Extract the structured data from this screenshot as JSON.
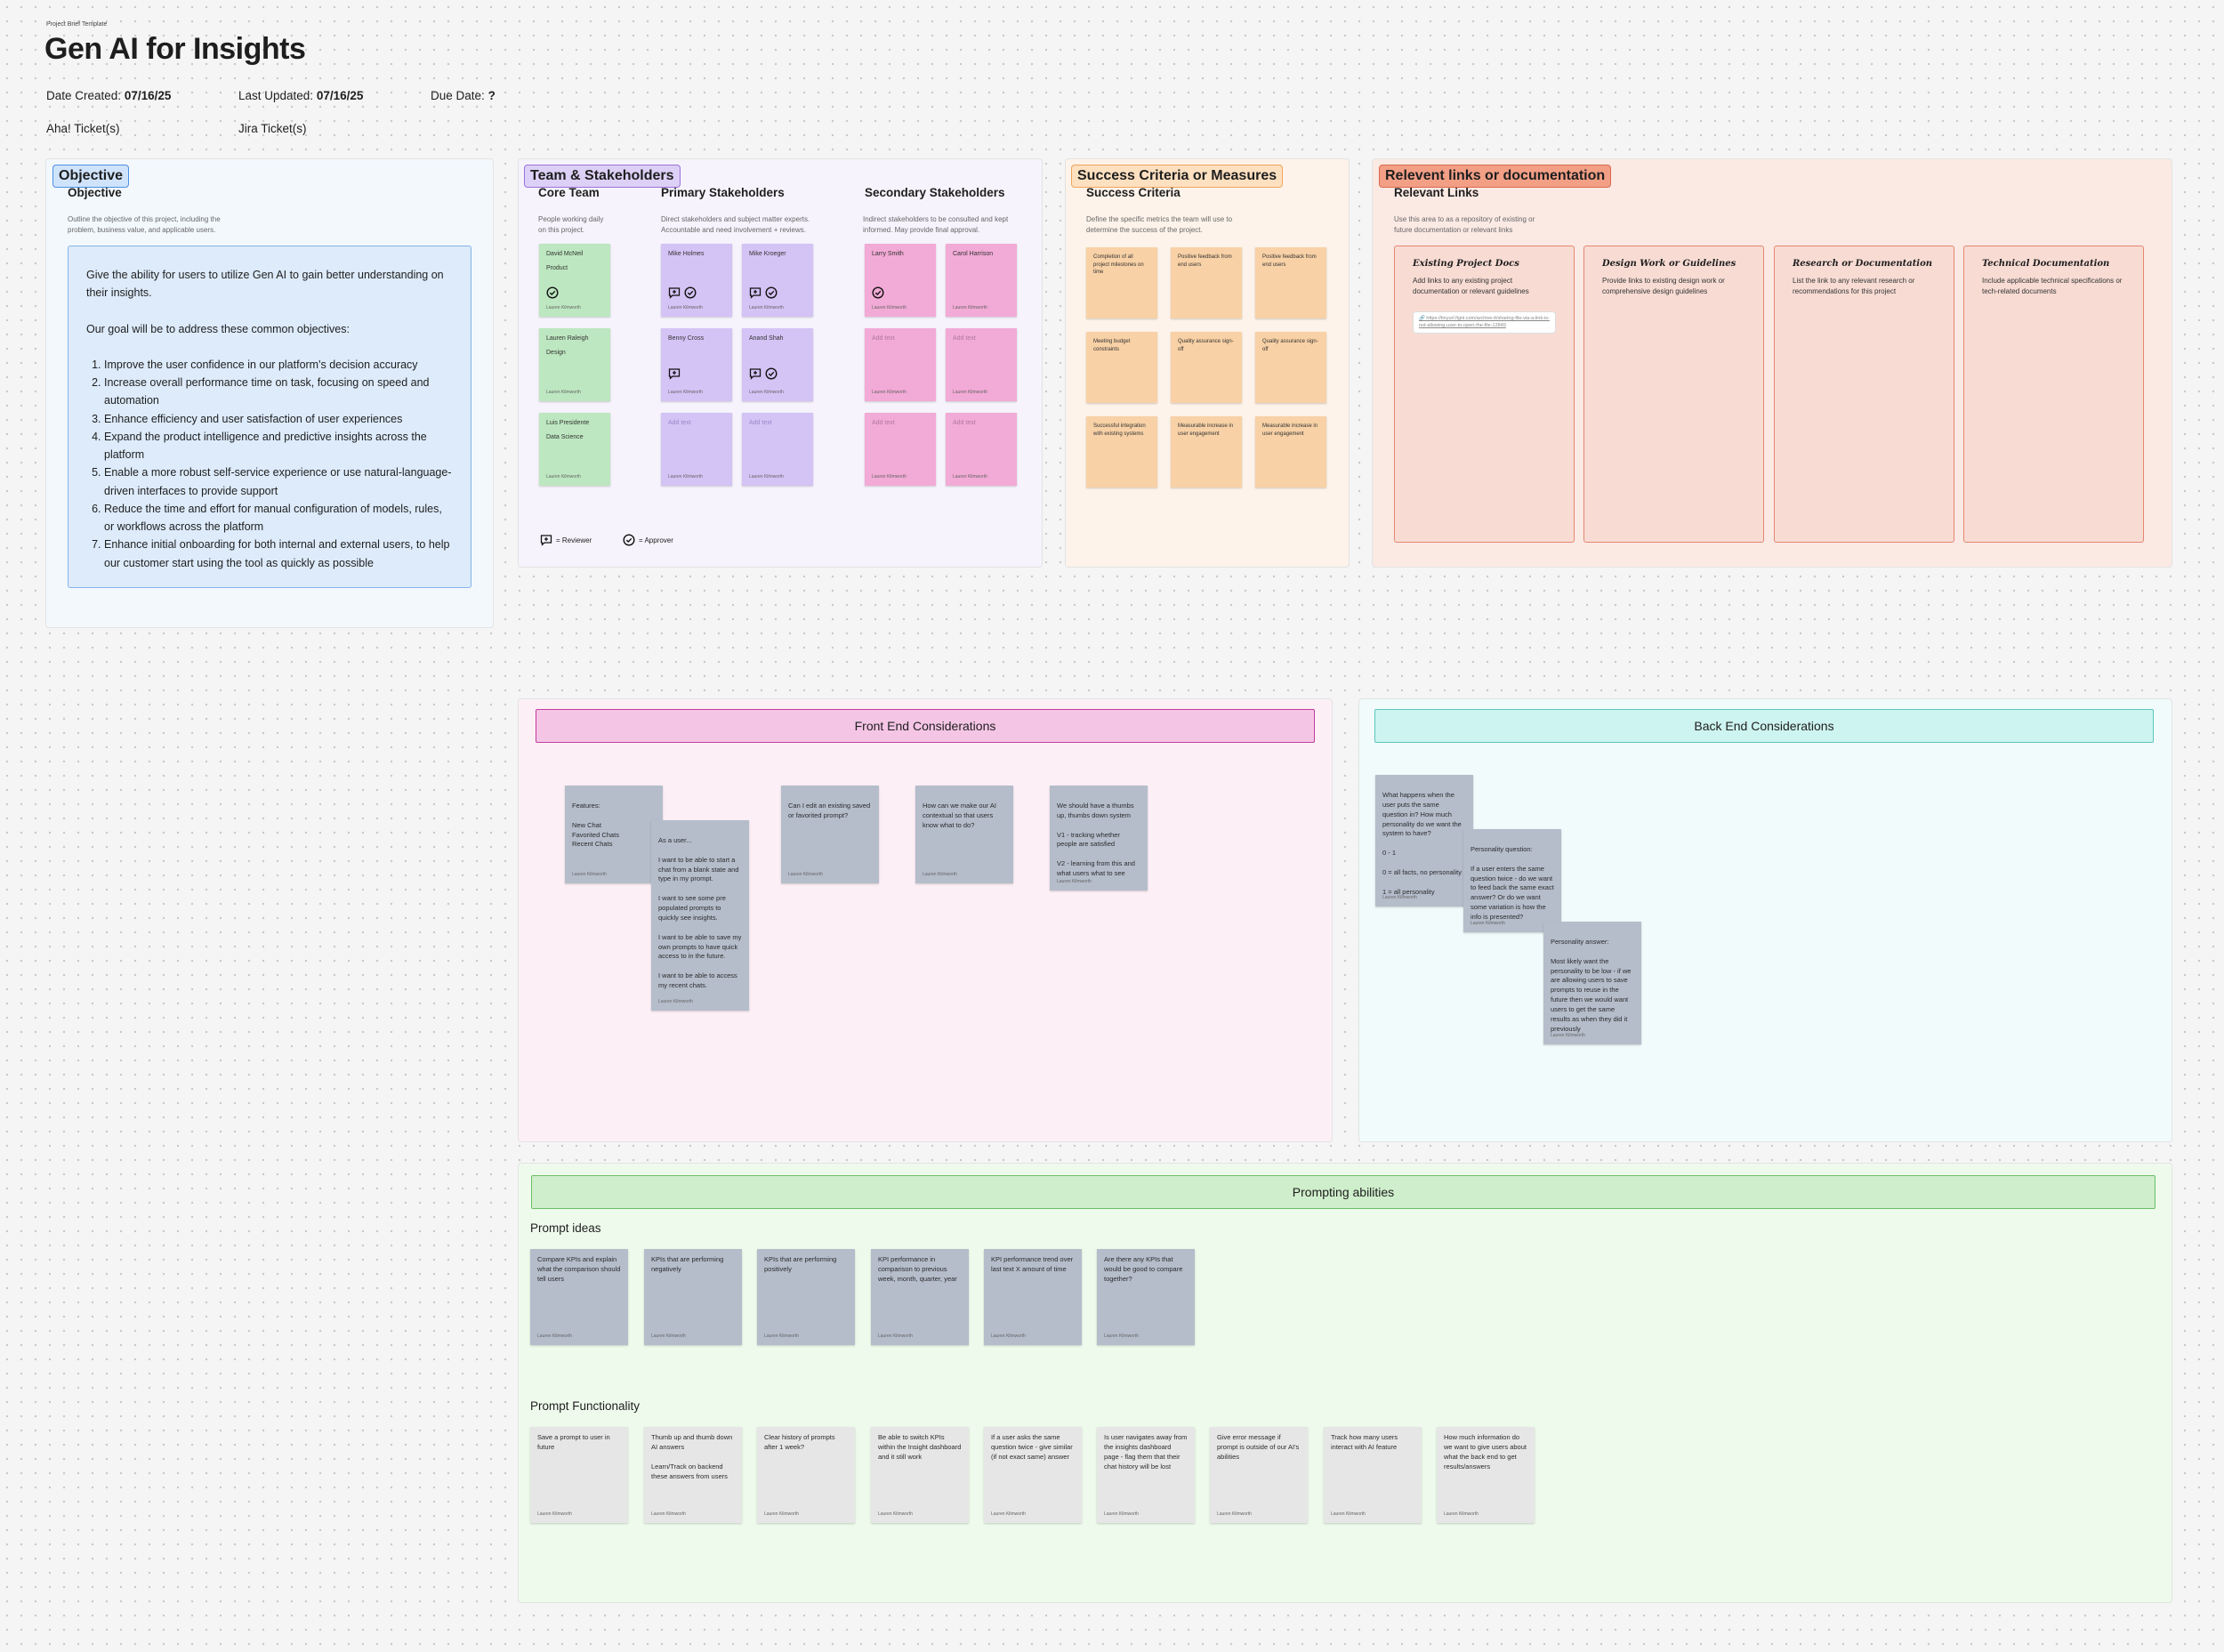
{
  "header": {
    "template_label": "Project Brief Template",
    "title": "Gen AI for Insights",
    "date_created_label": "Date Created:",
    "date_created": "07/16/25",
    "last_updated_label": "Last Updated:",
    "last_updated": "07/16/25",
    "due_date_label": "Due Date:",
    "due_date": "?",
    "aha_label": "Aha! Ticket(s)",
    "jira_label": "Jira Ticket(s)"
  },
  "objective": {
    "tag": "Objective",
    "subtitle": "Objective",
    "description": "Outline the objective of this project, including the problem, business value, and applicable users.",
    "intro": "Give the ability for users to utilize Gen AI to gain better understanding on their insights.",
    "goal": "Our goal will be to address these common objectives:",
    "items": [
      "Improve the user confidence in our platform's decision accuracy",
      "Increase overall performance time on task, focusing on speed and automation",
      "Enhance efficiency and user satisfaction of user experiences",
      "Expand the product intelligence and predictive insights across the platform",
      "Enable a more robust self-service experience or use natural-language-driven interfaces to provide support",
      "Reduce the time and effort for manual configuration of models, rules, or workflows across the platform",
      "Enhance initial onboarding for both internal and external users, to help our customer start using the tool as quickly as possible"
    ]
  },
  "team": {
    "tag": "Team & Stakeholders",
    "core_title": "Core Team",
    "core_desc": "People working daily on this project.",
    "primary_title": "Primary Stakeholders",
    "primary_desc": "Direct stakeholders and subject matter experts. Accountable and need involvement + reviews.",
    "secondary_title": "Secondary Stakeholders",
    "secondary_desc": "Indirect stakeholders to be consulted and kept informed. May provide final approval.",
    "author": "Lauren Kilmworth",
    "placeholder": "Add text",
    "core": [
      {
        "name": "David McNeil",
        "role": "Product"
      },
      {
        "name": "Lauren Raleigh",
        "role": "Design"
      },
      {
        "name": "Luis Presidente",
        "role": "Data Science"
      }
    ],
    "primary": [
      "Mike Holmes",
      "Mike Kroeger",
      "Benny Cross",
      "Anand Shah"
    ],
    "secondary": [
      "Larry Smith",
      "Carol Harrison"
    ],
    "legend_reviewer": "= Reviewer",
    "legend_approver": "= Approver"
  },
  "success": {
    "tag": "Success Criteria or Measures",
    "subtitle": "Success Criteria",
    "description": "Define the specific metrics the team will use to determine the success of the project.",
    "notes": [
      "Completion of all project milestones on time",
      "Positive feedback from end users",
      "Positive feedback from end users",
      "Meeting budget constraints",
      "Quality assurance sign-off",
      "Quality assurance sign-off",
      "Successful integration with existing systems",
      "Measurable increase in user engagement",
      "Measurable increase in user engagement"
    ]
  },
  "links": {
    "tag": "Relevent links or documentation",
    "subtitle": "Relevant Links",
    "description": "Use this area to as a repository of existing or future documentation or relevant links",
    "columns": [
      {
        "title": "Existing Project Docs",
        "text": "Add links to any existing project documentation or relevant guidelines",
        "link": "https://tinyurl.fignl.com/archive-it/sharing-file-via-a-link-is-not-allowing-user-to-open-the-file-12849"
      },
      {
        "title": "Design Work or Guidelines",
        "text": "Provide links to existing design work or comprehensive design guidelines"
      },
      {
        "title": "Research or Documentation",
        "text": "List the link to any relevant research or recommendations for this project"
      },
      {
        "title": "Technical Documentation",
        "text": "Include applicable technical specifications or tech-related documents"
      }
    ]
  },
  "frontend": {
    "title": "Front End Considerations",
    "notes": [
      "Features:\n\nNew Chat\nFavorited Chats\nRecent Chats",
      "As a user...\n\nI want to be able to start a chat from a blank state and type in my prompt.\n\nI want to see some pre populated prompts to quickly see insights.\n\nI want to be able to save my own prompts to have quick access to in the future.\n\nI want to be able to access my recent chats.",
      "Can I edit an existing saved or favorited prompt?",
      "How can we make our AI contextual so that users know what to do?",
      "We should have a thumbs up, thumbs down system\n\nV1 - tracking whether people are satisfied\n\nV2 - learning from this and what users what to see"
    ]
  },
  "backend": {
    "title": "Back End Considerations",
    "notes": [
      "What happens when the user puts the same question in? How much personality do we want the system to have?\n\n0 - 1\n\n0 = all facts, no personality\n\n1 = all personality",
      "Personality question:\n\nIf a user enters the same question twice - do we want to feed back the same exact answer? Or do we want some variation is how the info is presented?",
      "Personality answer:\n\nMost likely want the personality to be low - if we are allowing users to save prompts to reuse in the future then we would want users to get the same results as when they did it previously"
    ]
  },
  "prompting": {
    "title": "Prompting abilities",
    "ideas_title": "Prompt ideas",
    "ideas": [
      "Compare KPIs and explain what the comparison should tell users",
      "KPIs that are performing negatively",
      "KPIs that are performing positively",
      "KPI performance in comparison to previous week, month, quarter, year",
      "KPI performance trend over last text X amount of time",
      "Are there any KPIs that would be good to compare together?"
    ],
    "functionality_title": "Prompt Functionality",
    "functionality": [
      "Save a prompt to user in future",
      "Thumb up and thumb down AI answers\n\nLearn/Track on backend these answers from users",
      "Clear history of prompts after 1 week?",
      "Be able to switch KPIs within the Insight dashboard and it still work",
      "If a user asks the same question twice - give similar (if not exact same) answer",
      "Is user navigates away from the insights dashboard page - flag them that their chat history will be lost",
      "Give error message if prompt is outside of our AI's abilities",
      "Track how many users interact with AI feature",
      "How much information do we want to give users about what the back end to get results/answers"
    ]
  }
}
